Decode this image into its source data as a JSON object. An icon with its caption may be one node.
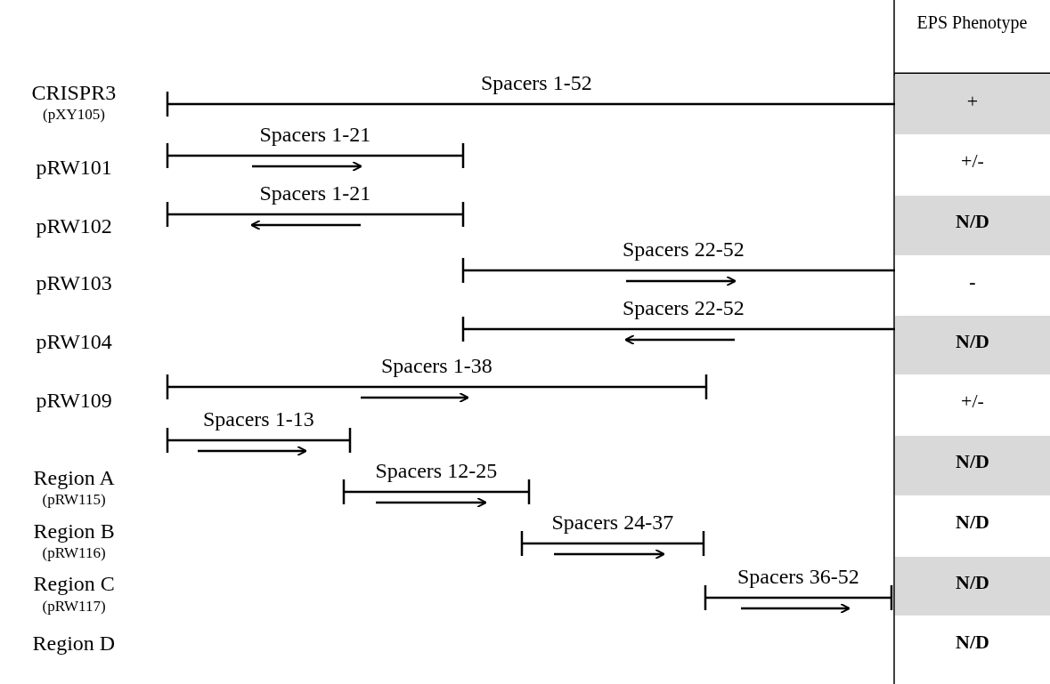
{
  "diagram": {
    "labels": [
      "EPS Phenotype",
      "CRISPR3",
      "(pXY105)",
      "Spacers 1-52",
      "+",
      "pRW101",
      "Spacers 1-21",
      "+/-",
      "pRW102",
      "Spacers 1-21",
      "N/D",
      "pRW103",
      "Spacers 22-52",
      "-",
      "pRW104",
      "Spacers 22-52",
      "N/D",
      "pRW109",
      "Spacers 1-38",
      "+/-",
      "Region A",
      "(pRW115)",
      "Spacers 1-13",
      "N/D",
      "Region B",
      "(pRW116)",
      "Spacers 12-25",
      "N/D",
      "Region C",
      "(pRW117)",
      "Spacers 24-37",
      "N/D",
      "Region D",
      "Spacers 36-52",
      "N/D"
    ]
  }
}
